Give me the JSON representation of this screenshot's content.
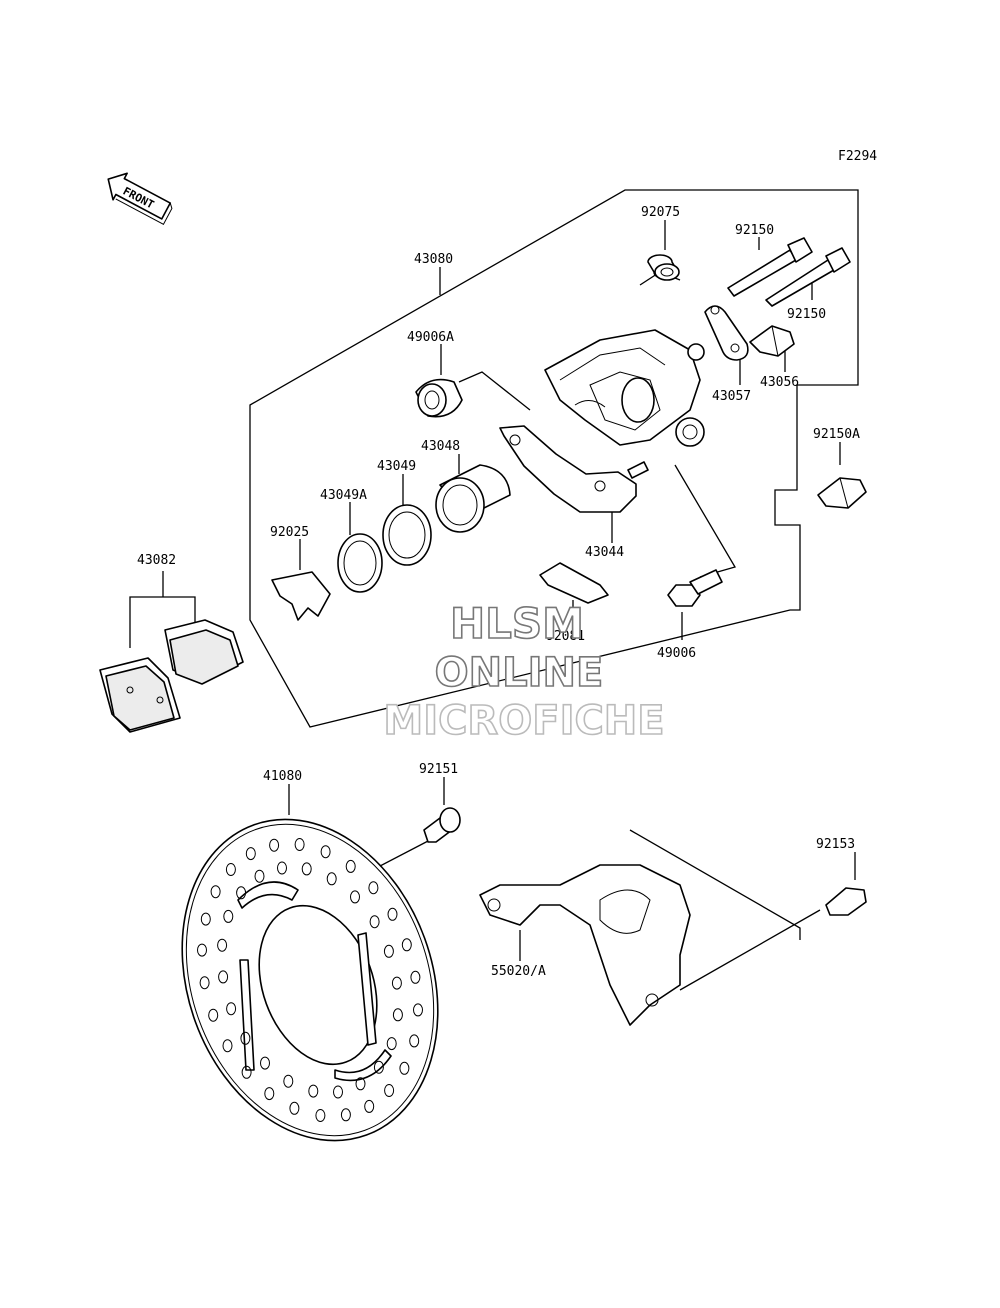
{
  "figure_code": "F2294",
  "front_arrow_label": "FRONT",
  "labels": {
    "p43080": "43080",
    "p92075": "92075",
    "p92150a": "92150",
    "p92150b": "92150",
    "p49006A": "49006A",
    "p43057": "43057",
    "p43056": "43056",
    "p43048": "43048",
    "p43049": "43049",
    "p43049A": "43049A",
    "p92025": "92025",
    "p43044": "43044",
    "p92150A": "92150A",
    "p92081": "92081",
    "p49006": "49006",
    "p43082": "43082",
    "p41080": "41080",
    "p92151": "92151",
    "p92153": "92153",
    "p55020A": "55020/A"
  },
  "watermark": {
    "line1": "HLSM",
    "line2": "ONLINE",
    "line3": "MICROFICHE"
  }
}
